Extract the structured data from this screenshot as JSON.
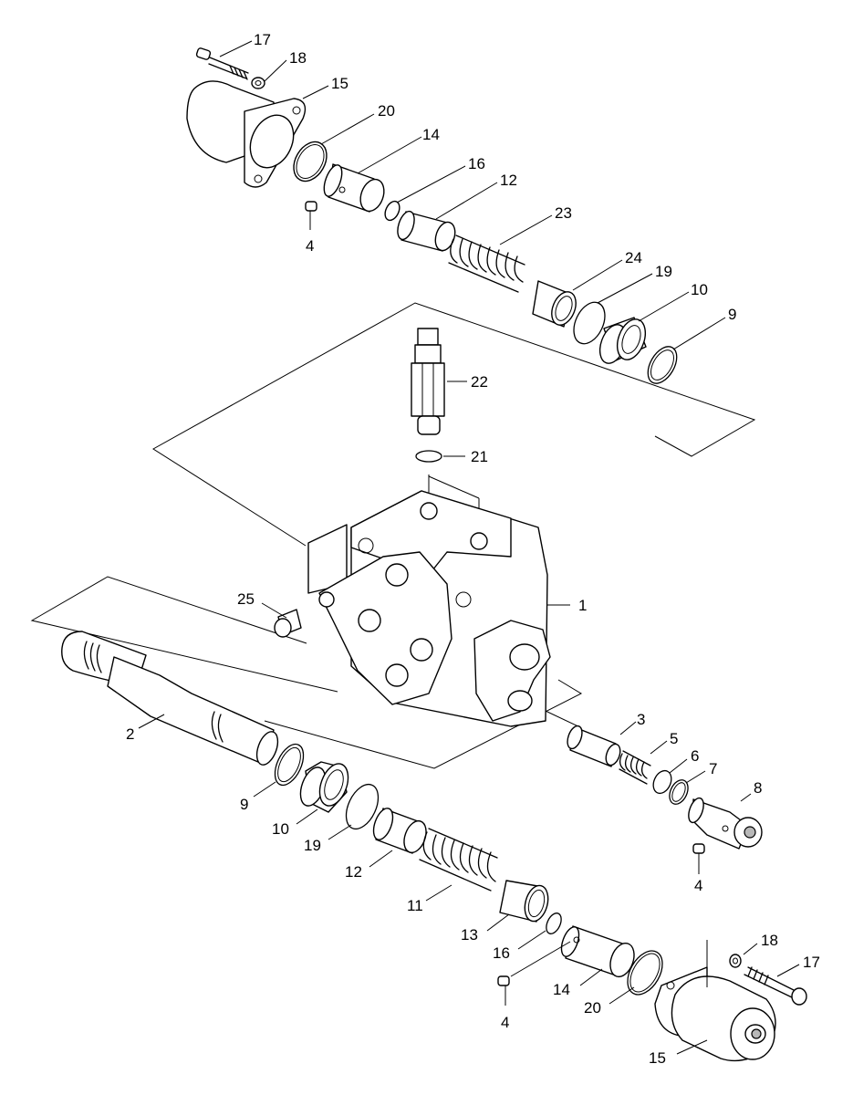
{
  "callouts": [
    {
      "id": "c17a",
      "text": "17"
    },
    {
      "id": "c18a",
      "text": "18"
    },
    {
      "id": "c15a",
      "text": "15"
    },
    {
      "id": "c20a",
      "text": "20"
    },
    {
      "id": "c14a",
      "text": "14"
    },
    {
      "id": "c16a",
      "text": "16"
    },
    {
      "id": "c12a",
      "text": "12"
    },
    {
      "id": "c23",
      "text": "23"
    },
    {
      "id": "c4a",
      "text": "4"
    },
    {
      "id": "c24",
      "text": "24"
    },
    {
      "id": "c19a",
      "text": "19"
    },
    {
      "id": "c10a",
      "text": "10"
    },
    {
      "id": "c9a",
      "text": "9"
    },
    {
      "id": "c22",
      "text": "22"
    },
    {
      "id": "c21",
      "text": "21"
    },
    {
      "id": "c1",
      "text": "1"
    },
    {
      "id": "c25",
      "text": "25"
    },
    {
      "id": "c2",
      "text": "2"
    },
    {
      "id": "c3",
      "text": "3"
    },
    {
      "id": "c5",
      "text": "5"
    },
    {
      "id": "c6",
      "text": "6"
    },
    {
      "id": "c7",
      "text": "7"
    },
    {
      "id": "c8",
      "text": "8"
    },
    {
      "id": "c4b",
      "text": "4"
    },
    {
      "id": "c9b",
      "text": "9"
    },
    {
      "id": "c10b",
      "text": "10"
    },
    {
      "id": "c19b",
      "text": "19"
    },
    {
      "id": "c12b",
      "text": "12"
    },
    {
      "id": "c11",
      "text": "11"
    },
    {
      "id": "c13",
      "text": "13"
    },
    {
      "id": "c16b",
      "text": "16"
    },
    {
      "id": "c18b",
      "text": "18"
    },
    {
      "id": "c17b",
      "text": "17"
    },
    {
      "id": "c14b",
      "text": "14"
    },
    {
      "id": "c4c",
      "text": "4"
    },
    {
      "id": "c20b",
      "text": "20"
    },
    {
      "id": "c15b",
      "text": "15"
    }
  ]
}
